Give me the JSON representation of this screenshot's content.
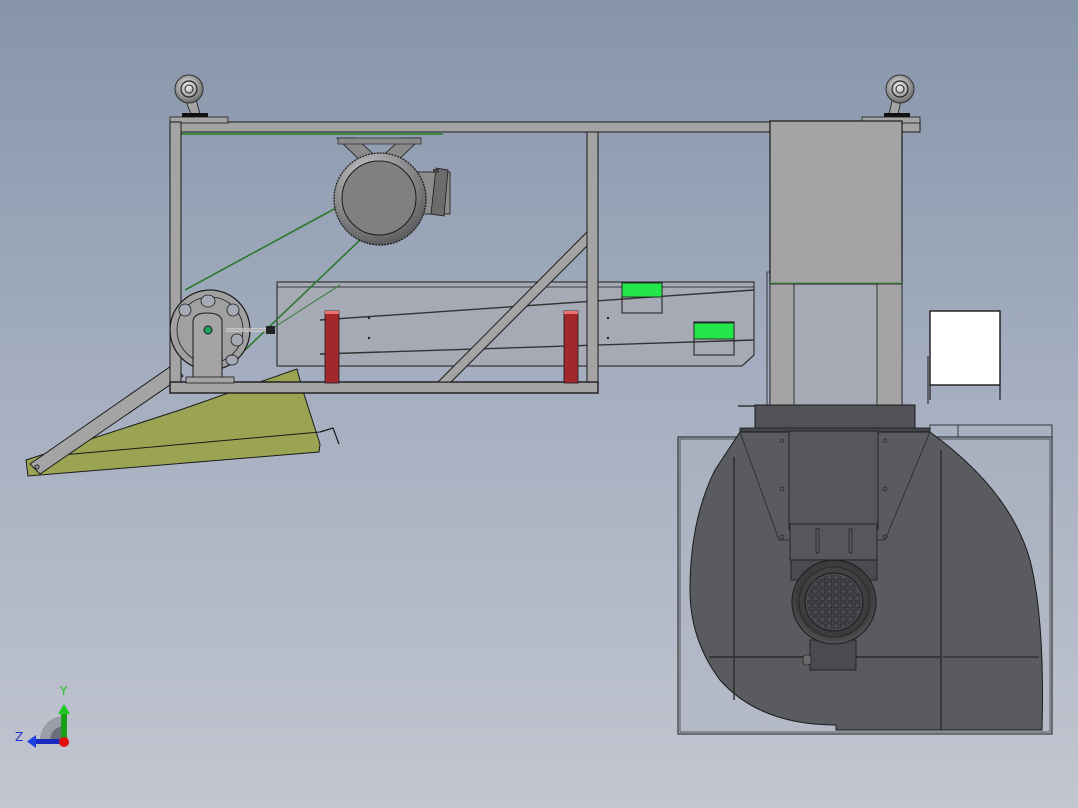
{
  "viewport": {
    "view": "side elevation",
    "background_top": "#8795aa",
    "background_bottom": "#c2c6d0"
  },
  "triad": {
    "y_label": "Y",
    "z_label": "Z",
    "y_color": "#20c020",
    "z_color": "#2030d0",
    "x_color": "#e01010"
  },
  "colors": {
    "frame": "#a4a4a4",
    "chute": "#9aa452",
    "posts": "#a3282c",
    "indicator": "#22e64a",
    "belt": "#2e7a2e",
    "fan_housing": "#5a5b60",
    "motor_body": "#7c7c7c",
    "panel": "#ffffff"
  },
  "parts": [
    {
      "name": "caster-left"
    },
    {
      "name": "caster-right"
    },
    {
      "name": "top-frame-beam"
    },
    {
      "name": "drive-motor"
    },
    {
      "name": "pulley-wheel"
    },
    {
      "name": "conveyor-housing"
    },
    {
      "name": "support-post-left"
    },
    {
      "name": "support-post-right"
    },
    {
      "name": "indicator-green-upper"
    },
    {
      "name": "indicator-green-lower"
    },
    {
      "name": "discharge-chute"
    },
    {
      "name": "support-strut"
    },
    {
      "name": "vertical-column"
    },
    {
      "name": "control-panel-box"
    },
    {
      "name": "blower-housing"
    },
    {
      "name": "blower-motor"
    }
  ]
}
